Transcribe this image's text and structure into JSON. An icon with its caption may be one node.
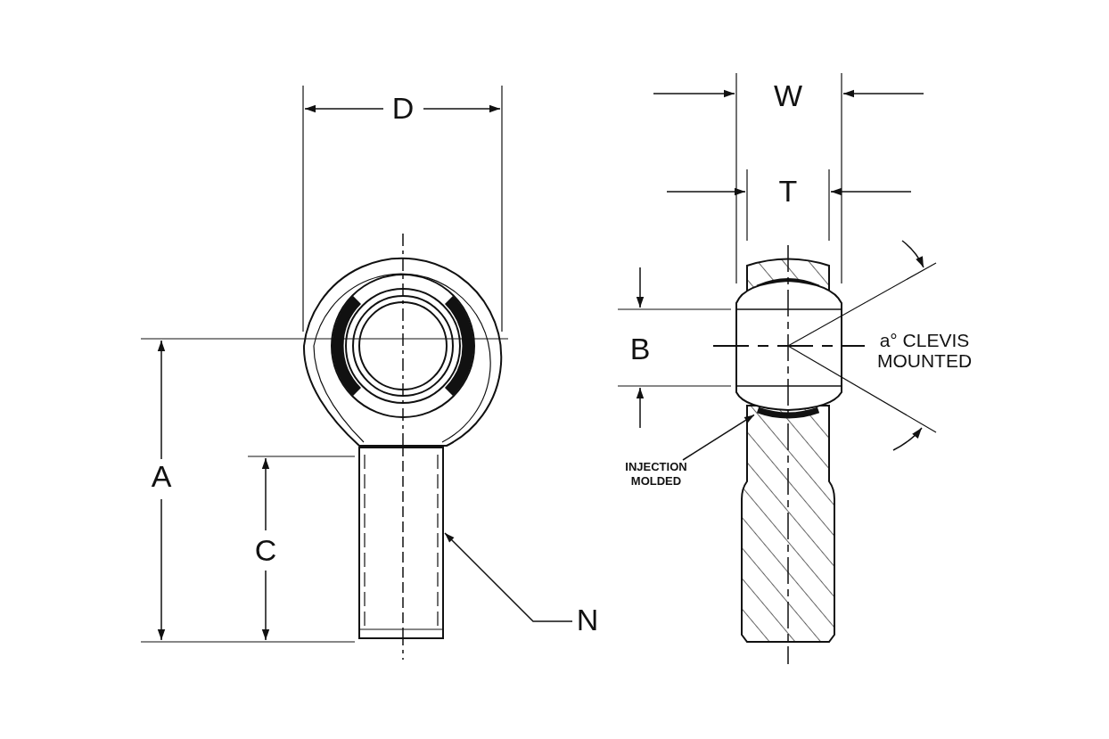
{
  "diagram": {
    "nodes": [
      {
        "text": [
          "N"
        ]
      },
      {
        "text": [],
        "shape": "picture"
      },
      {
        "text": [
          "INJECTION MOLDED"
        ]
      },
      {
        "text": [],
        "shape": "picture"
      }
    ],
    "edges": [
      {
        "from": 0,
        "to": 1,
        "arrow": "to"
      },
      {
        "from": 2,
        "to": 3,
        "arrow": "to"
      }
    ],
    "labels": [
      "D",
      "W",
      "T",
      "B",
      "a° CLEVIS MOUNTED",
      "A",
      "C"
    ]
  }
}
